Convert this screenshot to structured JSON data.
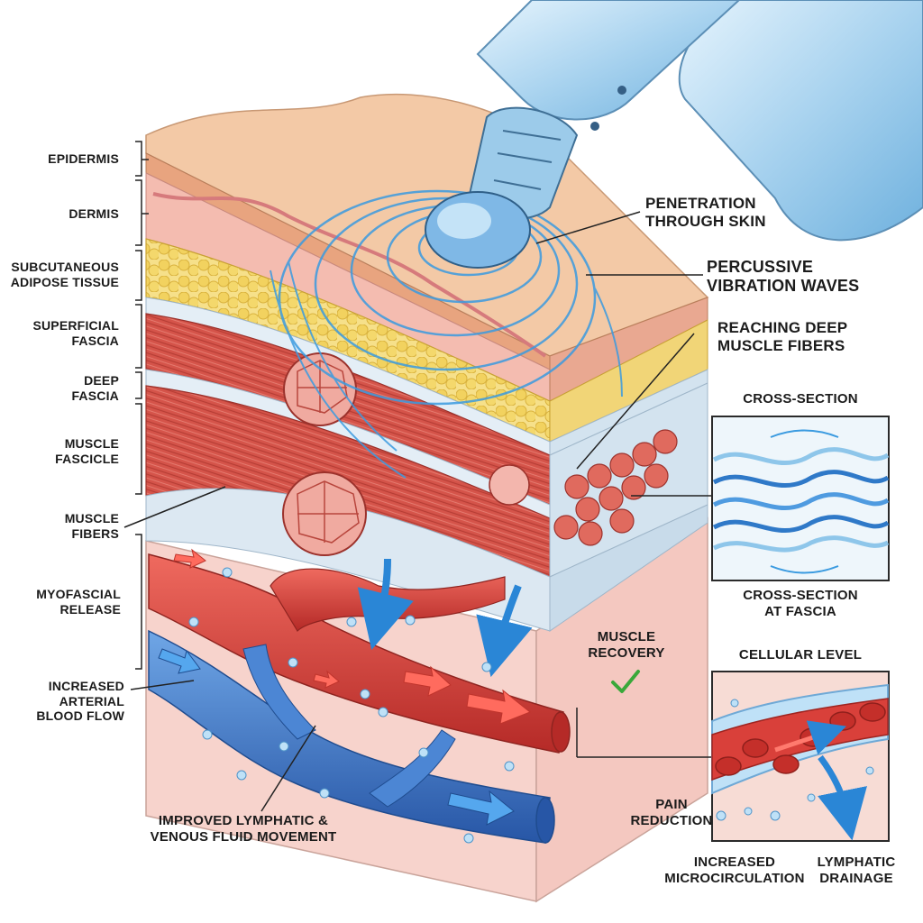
{
  "layer_labels": {
    "epidermis": "EPIDERMIS",
    "dermis": "DERMIS",
    "subcutaneous": "SUBCUTANEOUS\nADIPOSE TISSUE",
    "superficial_fascia": "SUPERFICIAL\nFASCIA",
    "deep_fascia": "DEEP\nFASCIA",
    "muscle_fascicle": "MUSCLE\nFASCICLE",
    "muscle_fibers": "MUSCLE\nFIBERS",
    "myofascial_release": "MYOFASCIAL\nRELEASE",
    "arterial_flow": "INCREASED\nARTERIAL\nBLOOD FLOW"
  },
  "callouts": {
    "penetration": "PENETRATION\nTHROUGH SKIN",
    "vibration": "PERCUSSIVE\nVIBRATION WAVES",
    "deep_fibers": "REACHING DEEP\nMUSCLE FIBERS",
    "muscle_recovery": "MUSCLE\nRECOVERY",
    "pain_reduction": "PAIN\nREDUCTION",
    "lymphatic_venous": "IMPROVED LYMPHATIC &\nVENOUS FLUID MOVEMENT"
  },
  "insets": {
    "cross_section_title": "CROSS-SECTION",
    "cross_section_caption": "CROSS-SECTION\nAT FASCIA",
    "cellular_title": "CELLULAR LEVEL",
    "microcirculation": "INCREASED\nMICROCIRCULATION",
    "lymphatic_drainage": "LYMPHATIC\nDRAINAGE"
  },
  "colors": {
    "skin": "#f3c9a6",
    "fat": "#f2d66b",
    "fascia": "#dfe9f2",
    "muscle": "#d8544a",
    "artery": "#d93b36",
    "vein": "#2f6fc4",
    "wave": "#3b9be0",
    "device": "#a9d3ef",
    "check": "#3aa83a"
  },
  "icons": [
    "massage-gun-device",
    "check-icon",
    "flow-arrow-icon"
  ]
}
